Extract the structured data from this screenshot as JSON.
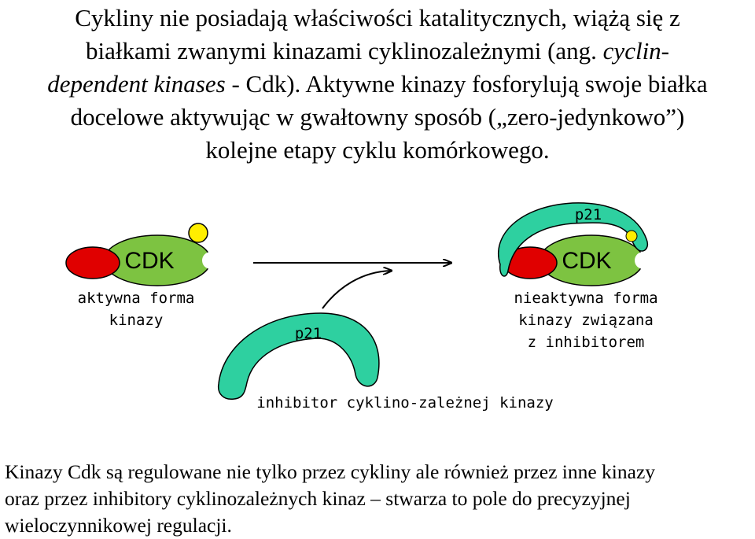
{
  "intro": {
    "l1": "Cykliny nie posiadają właściwości katalitycznych, wiążą się z",
    "l2a": "białkami zwanymi kinazami cyklinozależnymi (ang. ",
    "l2b": "cyclin-",
    "l3a": "dependent kinases",
    "l3b": " - Cdk). Aktywne kinazy fosforylują swoje białka",
    "l4": "docelowe aktywując w gwałtowny sposób („zero-jedynkowo”)",
    "l5": "kolejne etapy cyklu komórkowego."
  },
  "left_complex": {
    "cyclin": "cyclin",
    "cdk": "CDK",
    "caption1": "aktywna forma",
    "caption2": "kinazy"
  },
  "right_complex": {
    "p21": "p21",
    "cyclin": "cyclin",
    "cdk": "CDK",
    "caption1": "nieaktywna forma",
    "caption2": "kinazy związana",
    "caption3": "z inhibitorem"
  },
  "free_inhibitor": {
    "label": "p21",
    "caption": "inhibitor cyklino-zależnej kinazy"
  },
  "bottom": {
    "l1": "Kinazy Cdk są regulowane nie tylko przez cykliny ale również przez inne kinazy",
    "l2": "oraz przez inhibitory cyklinozależnych kinaz – stwarza to pole do precyzyjnej",
    "l3": "wieloczynnikowej regulacji."
  },
  "colors": {
    "cyclin": "#e00000",
    "cdk": "#7dc341",
    "p21": "#2ed0a0",
    "phosphate": "#ffee00"
  }
}
